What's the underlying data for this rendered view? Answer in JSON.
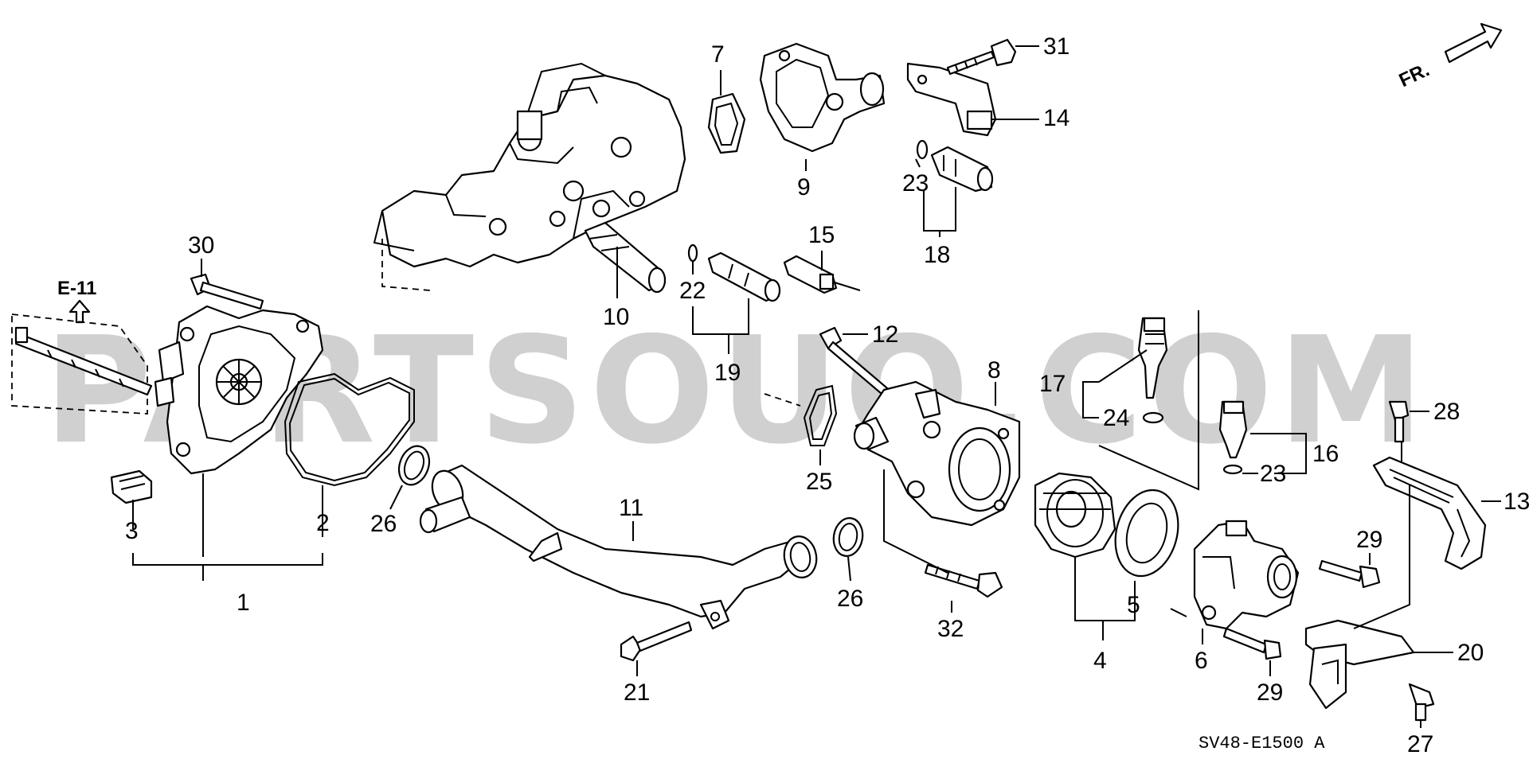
{
  "watermark": "PARTSOUQ.COM",
  "diagram_code": "SV48-E1500 A",
  "direction_label": "FR.",
  "reference_label": "E-11",
  "callouts": [
    "1",
    "2",
    "3",
    "4",
    "5",
    "6",
    "7",
    "8",
    "9",
    "10",
    "11",
    "12",
    "13",
    "14",
    "15",
    "16",
    "17",
    "18",
    "19",
    "20",
    "21",
    "22",
    "23",
    "24",
    "25",
    "26",
    "27",
    "28",
    "29",
    "30",
    "31",
    "32"
  ],
  "extra_callouts": [
    "23",
    "26",
    "29"
  ]
}
